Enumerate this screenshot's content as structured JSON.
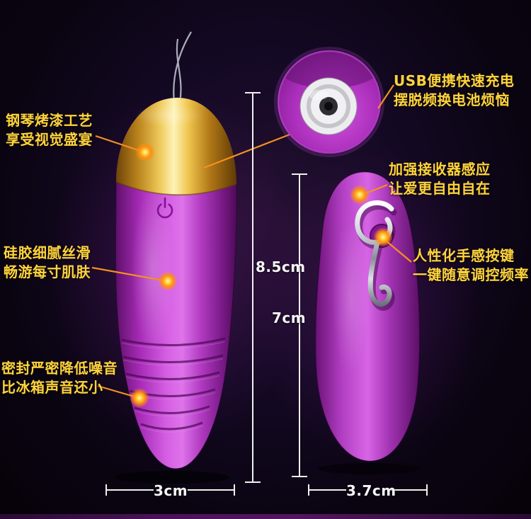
{
  "callouts": {
    "left": [
      {
        "line1": "钢琴烤漆工艺",
        "line2": "享受视觉盛宴"
      },
      {
        "line1": "硅胶细腻丝滑",
        "line2": "畅游每寸肌肤"
      },
      {
        "line1": "密封严密降低噪音",
        "line2": "比冰箱声音还小"
      }
    ],
    "right": [
      {
        "line1": "USB便携快速充电",
        "line2": "摆脱频换电池烦恼"
      },
      {
        "line1": "加强接收器感应",
        "line2": "让爱更自由自在"
      },
      {
        "line1": "人性化手感按键",
        "line2": "一键随意调控频率"
      }
    ]
  },
  "dimensions": {
    "egg_height": "8.5cm",
    "remote_height": "7cm",
    "egg_width": "3cm",
    "remote_width": "3.7cm"
  },
  "colors": {
    "label_text": "#ffd43b",
    "callout_line": "#f59120",
    "dimension_line": "#f0f0f0",
    "body_purple": "#d55fe3",
    "gold_cap": "#eec858",
    "background": "#0a0411"
  }
}
